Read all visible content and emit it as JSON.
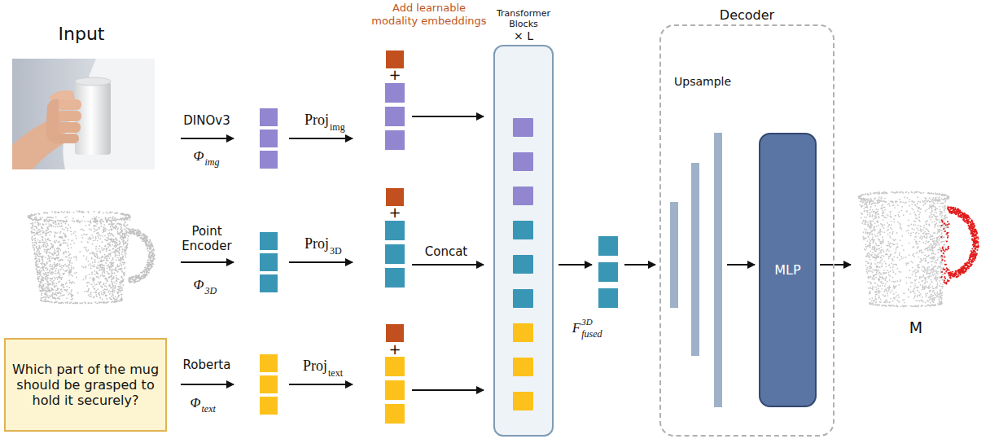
{
  "diagram": {
    "nodes": [
      {
        "text": [
          "Which part of the mug should be grasped to hold it securely?"
        ]
      },
      {
        "text": [
          "Transformer Blocks",
          "× L"
        ]
      },
      {
        "text": [
          "Decoder",
          "Upsample"
        ]
      },
      {
        "text": [
          "MLP"
        ],
        "in": 2
      }
    ],
    "labels": [
      "Input",
      "DINOv3",
      "Φ",
      "img",
      "Point Encoder",
      "Φ",
      "3D",
      "Roberta",
      "Φ",
      "text",
      "Proj",
      "img",
      "Proj",
      "3D",
      "Proj",
      "text",
      "Add learnable modality embeddings",
      "+",
      "+",
      "+",
      "Concat",
      "F",
      "3D",
      "fused",
      "M"
    ]
  }
}
